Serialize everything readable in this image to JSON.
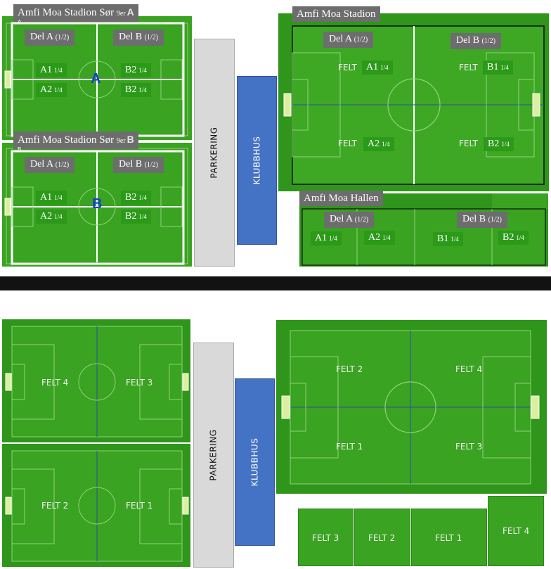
{
  "colors": {
    "grass": "#3aa321",
    "grass_dark": "#2f951b",
    "line": "#ffffff",
    "label_bg": "#6d6d6d",
    "quarter_bg": "#2c9a19",
    "marker_blue": "#1c3fd2",
    "parkering_bg": "#d9d9d9",
    "klubbhus_bg": "#4472c4",
    "divider": "#121212"
  },
  "top": {
    "sor_a": {
      "title": "Amfi Moa Stadion Sør",
      "title_sup": "9er",
      "title_tag": "A",
      "small_letter": "A",
      "center_letter": "A",
      "halves": [
        {
          "name": "Del A",
          "frac": "(1/2)"
        },
        {
          "name": "Del B",
          "frac": "(1/2)"
        }
      ],
      "quarters": [
        {
          "name": "A1",
          "frac": "1/4"
        },
        {
          "name": "A2",
          "frac": "1/4"
        },
        {
          "name": "B2",
          "frac": "1/4"
        },
        {
          "name": "B2",
          "frac": "1/4"
        }
      ]
    },
    "sor_b": {
      "title": "Amfi Moa Stadion Sør",
      "title_sup": "9er",
      "title_tag": "B",
      "small_letter": "B",
      "center_letter": "B",
      "halves": [
        {
          "name": "Del A",
          "frac": "(1/2)"
        },
        {
          "name": "Del B",
          "frac": "(1/2)"
        }
      ],
      "quarters": [
        {
          "name": "A1",
          "frac": "1/4"
        },
        {
          "name": "A2",
          "frac": "1/4"
        },
        {
          "name": "B2",
          "frac": "1/4"
        },
        {
          "name": "B2",
          "frac": "1/4"
        }
      ]
    },
    "parkering": "PARKERING",
    "klubbhus": "KLUBBHUS",
    "stadion": {
      "title": "Amfi Moa Stadion",
      "halves": [
        {
          "name": "Del A",
          "frac": "(1/2)"
        },
        {
          "name": "Del B",
          "frac": "(1/2)"
        }
      ],
      "felt_word": "FELT",
      "quarters": [
        {
          "name": "A1",
          "frac": "1/4"
        },
        {
          "name": "B1",
          "frac": "1/4"
        },
        {
          "name": "A2",
          "frac": "1/4"
        },
        {
          "name": "B2",
          "frac": "1/4"
        }
      ]
    },
    "hallen": {
      "title": "Amfi Moa Hallen",
      "halves": [
        {
          "name": "Del A",
          "frac": "(1/2)"
        },
        {
          "name": "Del B",
          "frac": "(1/2)"
        }
      ],
      "quarters": [
        {
          "name": "A1",
          "frac": "1/4"
        },
        {
          "name": "A2",
          "frac": "1/4"
        },
        {
          "name": "B1",
          "frac": "1/4"
        },
        {
          "name": "B2",
          "frac": "1/4"
        }
      ]
    }
  },
  "bottom": {
    "left_top": {
      "left": "FELT 4",
      "right": "FELT 3"
    },
    "left_bottom": {
      "left": "FELT 2",
      "right": "FELT 1"
    },
    "parkering": "PARKERING",
    "klubbhus": "KLUBBHUS",
    "stadion": {
      "tl": "FELT 2",
      "tr": "FELT 4",
      "bl": "FELT 1",
      "br": "FELT 3"
    },
    "hallen": [
      "FELT 3",
      "FELT 2",
      "FELT 1",
      "FELT 4"
    ]
  }
}
